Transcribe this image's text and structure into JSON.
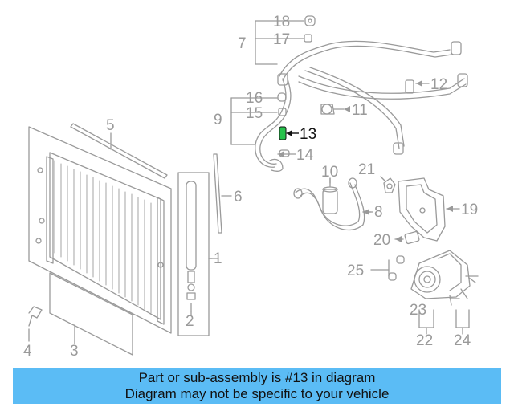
{
  "diagram": {
    "highlight_color": "#27c24c",
    "part_numbers": [
      "1",
      "2",
      "3",
      "4",
      "5",
      "6",
      "7",
      "8",
      "9",
      "10",
      "11",
      "12",
      "13",
      "14",
      "15",
      "16",
      "17",
      "18",
      "19",
      "20",
      "21",
      "22",
      "23",
      "24",
      "25"
    ],
    "highlighted_part": "13"
  },
  "caption": {
    "line1": "Part or sub-assembly is #13 in diagram",
    "line2": "Diagram may not be specific to your vehicle",
    "background": "#5bbcf5"
  }
}
